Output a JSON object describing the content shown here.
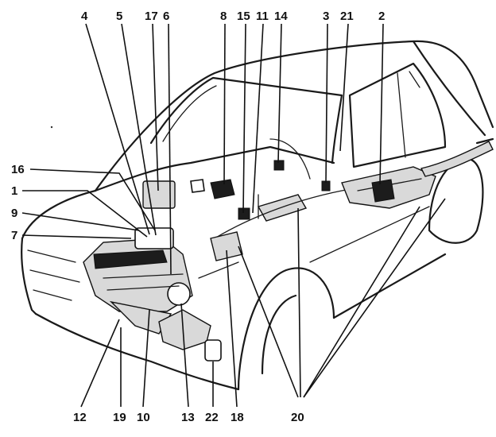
{
  "callouts": [
    {
      "id": "c4",
      "text": "4"
    },
    {
      "id": "c5",
      "text": "5"
    },
    {
      "id": "c17",
      "text": "17"
    },
    {
      "id": "c6",
      "text": "6"
    },
    {
      "id": "c8",
      "text": "8"
    },
    {
      "id": "c15",
      "text": "15"
    },
    {
      "id": "c11",
      "text": "11"
    },
    {
      "id": "c14",
      "text": "14"
    },
    {
      "id": "c3",
      "text": "3"
    },
    {
      "id": "c21",
      "text": "21"
    },
    {
      "id": "c2",
      "text": "2"
    },
    {
      "id": "c16",
      "text": "16"
    },
    {
      "id": "c1",
      "text": "1"
    },
    {
      "id": "c9",
      "text": "9"
    },
    {
      "id": "c7",
      "text": "7"
    },
    {
      "id": "c12",
      "text": "12"
    },
    {
      "id": "c19",
      "text": "19"
    },
    {
      "id": "c10",
      "text": "10"
    },
    {
      "id": "c13",
      "text": "13"
    },
    {
      "id": "c22",
      "text": "22"
    },
    {
      "id": "c18",
      "text": "18"
    },
    {
      "id": "c20",
      "text": "20"
    }
  ]
}
